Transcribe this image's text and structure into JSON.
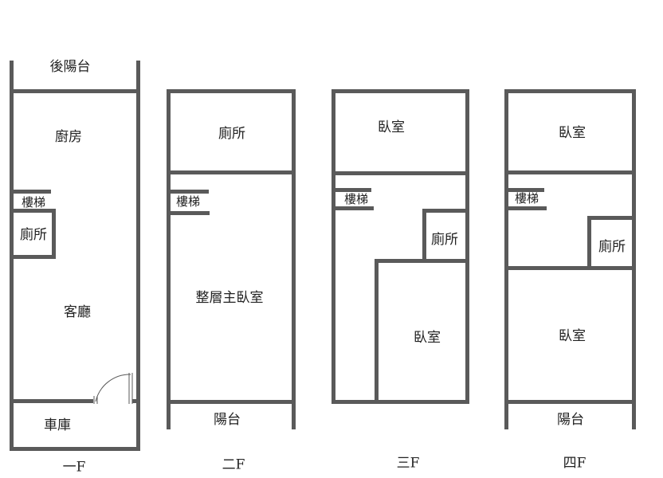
{
  "floors": [
    {
      "label": "一F",
      "rooms": {
        "back_balcony": "後陽台",
        "kitchen": "廚房",
        "stairs": "樓梯",
        "toilet": "廁所",
        "living_room": "客廳",
        "garage": "車庫"
      }
    },
    {
      "label": "二F",
      "rooms": {
        "toilet": "廁所",
        "stairs": "樓梯",
        "master_suite": "整層主臥室",
        "balcony": "陽台"
      }
    },
    {
      "label": "三F",
      "rooms": {
        "bedroom_top": "臥室",
        "stairs": "樓梯",
        "toilet": "廁所",
        "bedroom_bottom": "臥室"
      }
    },
    {
      "label": "四F",
      "rooms": {
        "bedroom_top": "臥室",
        "stairs": "樓梯",
        "toilet": "廁所",
        "bedroom_bottom": "臥室",
        "balcony": "陽台"
      }
    }
  ],
  "colors": {
    "wall": "#5a5a5a",
    "background": "#ffffff"
  }
}
